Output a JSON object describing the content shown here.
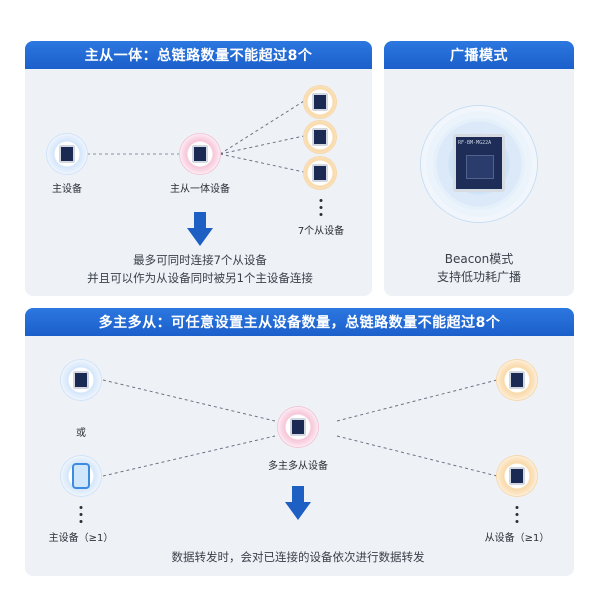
{
  "panel1": {
    "title": "主从一体：总链路数量不能超过8个",
    "master_label": "主设备",
    "hybrid_label": "主从一体设备",
    "slaves_label": "7个从设备",
    "note_line1": "最多可同时连接7个从设备",
    "note_line2": "并且可以作为从设备同时被另1个主设备连接"
  },
  "panel2": {
    "title": "广播模式",
    "module_text": "RF-BM-MG22A",
    "line1": "Beacon模式",
    "line2": "支持低功耗广播"
  },
  "panel3": {
    "title": "多主多从：可任意设置主从设备数量，总链路数量不能超过8个",
    "or_label": "或",
    "masters_label": "主设备（≥1）",
    "center_label": "多主多从设备",
    "slaves_label": "从设备（≥1）",
    "note": "数据转发时，会对已连接的设备依次进行数据转发"
  },
  "colors": {
    "header_blue": "#1f66d1",
    "arrow_blue": "#1e5fc4",
    "master_blue": "#d4e6fb",
    "hybrid_pink": "#f6c6d9",
    "slave_orange": "#f9d9a8"
  },
  "icons": [
    "chip-icon",
    "phone-icon",
    "down-arrow-icon",
    "module-icon"
  ]
}
